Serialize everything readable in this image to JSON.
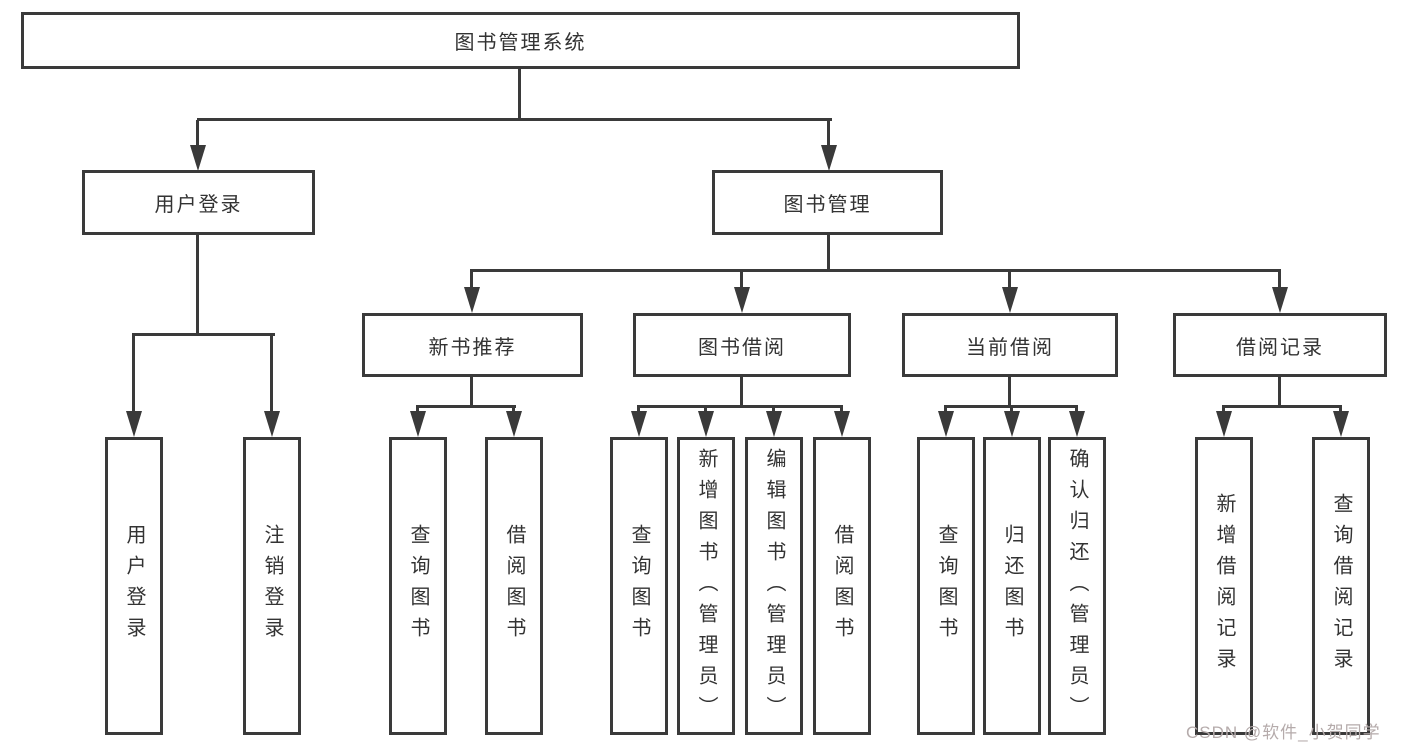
{
  "diagram": {
    "title": "图书管理系统",
    "root": "图书管理系统",
    "branches": [
      {
        "label": "用户登录",
        "children": [
          "用户登录",
          "注销登录"
        ]
      },
      {
        "label": "图书管理",
        "sections": [
          {
            "label": "新书推荐",
            "children": [
              "查询图书",
              "借阅图书"
            ]
          },
          {
            "label": "图书借阅",
            "children": [
              "查询图书",
              "新增图书（管理员）",
              "编辑图书（管理员）",
              "借阅图书"
            ]
          },
          {
            "label": "当前借阅",
            "children": [
              "查询图书",
              "归还图书",
              "确认归还（管理员）"
            ]
          },
          {
            "label": "借阅记录",
            "children": [
              "新增借阅记录",
              "查询借阅记录"
            ]
          }
        ]
      }
    ]
  },
  "watermark": "CSDN @软件_小贺同学",
  "colors": {
    "line": "#3a3a3a",
    "text": "#333333",
    "watermark": "#b5abab"
  }
}
